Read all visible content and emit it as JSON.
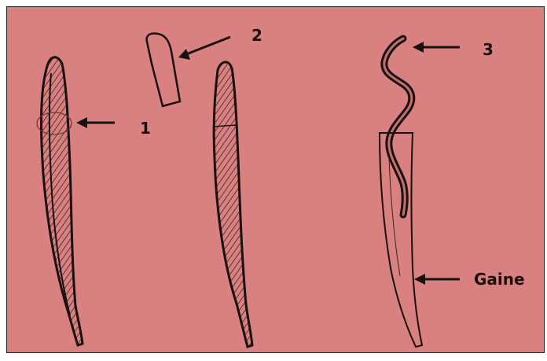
{
  "labels": {
    "label_1": "1",
    "label_2": "2",
    "label_3": "3",
    "label_gaine": "Gaine"
  },
  "colors": {
    "background": "#d98080",
    "ink": "#1a1010",
    "frame_border": "#222222"
  }
}
